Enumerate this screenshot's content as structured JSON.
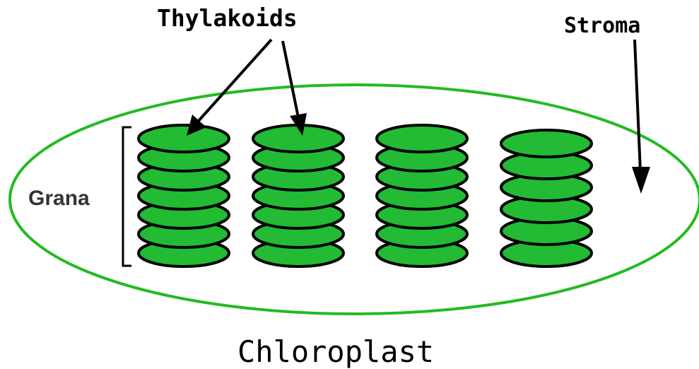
{
  "labels": {
    "thylakoids": "Thylakoids",
    "stroma": "Stroma",
    "grana": "Grana",
    "caption": "Chloroplast"
  },
  "colors": {
    "membrane": "#22bb22",
    "thylakoid_fill": "#22bb33",
    "outline": "#000000"
  },
  "granum_stacks": [
    {
      "disc_count": 7
    },
    {
      "disc_count": 7
    },
    {
      "disc_count": 7
    },
    {
      "disc_count": 6
    }
  ]
}
